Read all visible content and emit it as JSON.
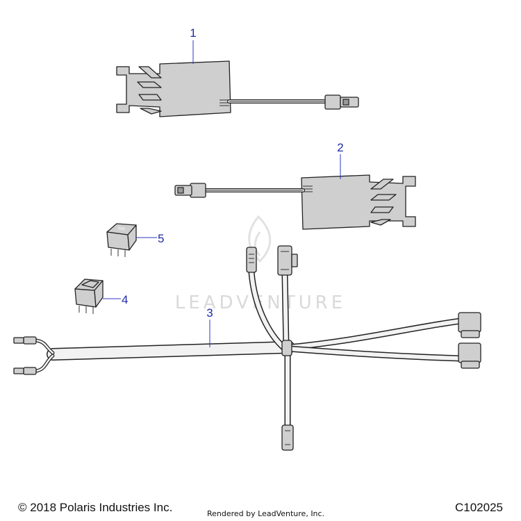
{
  "watermark": {
    "text": "LEADVENTURE"
  },
  "callouts": [
    {
      "id": "1",
      "label": "1"
    },
    {
      "id": "2",
      "label": "2"
    },
    {
      "id": "3",
      "label": "3"
    },
    {
      "id": "4",
      "label": "4"
    },
    {
      "id": "5",
      "label": "5"
    }
  ],
  "footer": {
    "copyright": "© 2018 Polaris Industries Inc.",
    "credit": "Rendered by LeadVenture, Inc.",
    "diagram_code": "C102025"
  },
  "colors": {
    "callout": "#1f2aa8",
    "part_fill": "#cfcfcf",
    "outline": "#222222"
  }
}
